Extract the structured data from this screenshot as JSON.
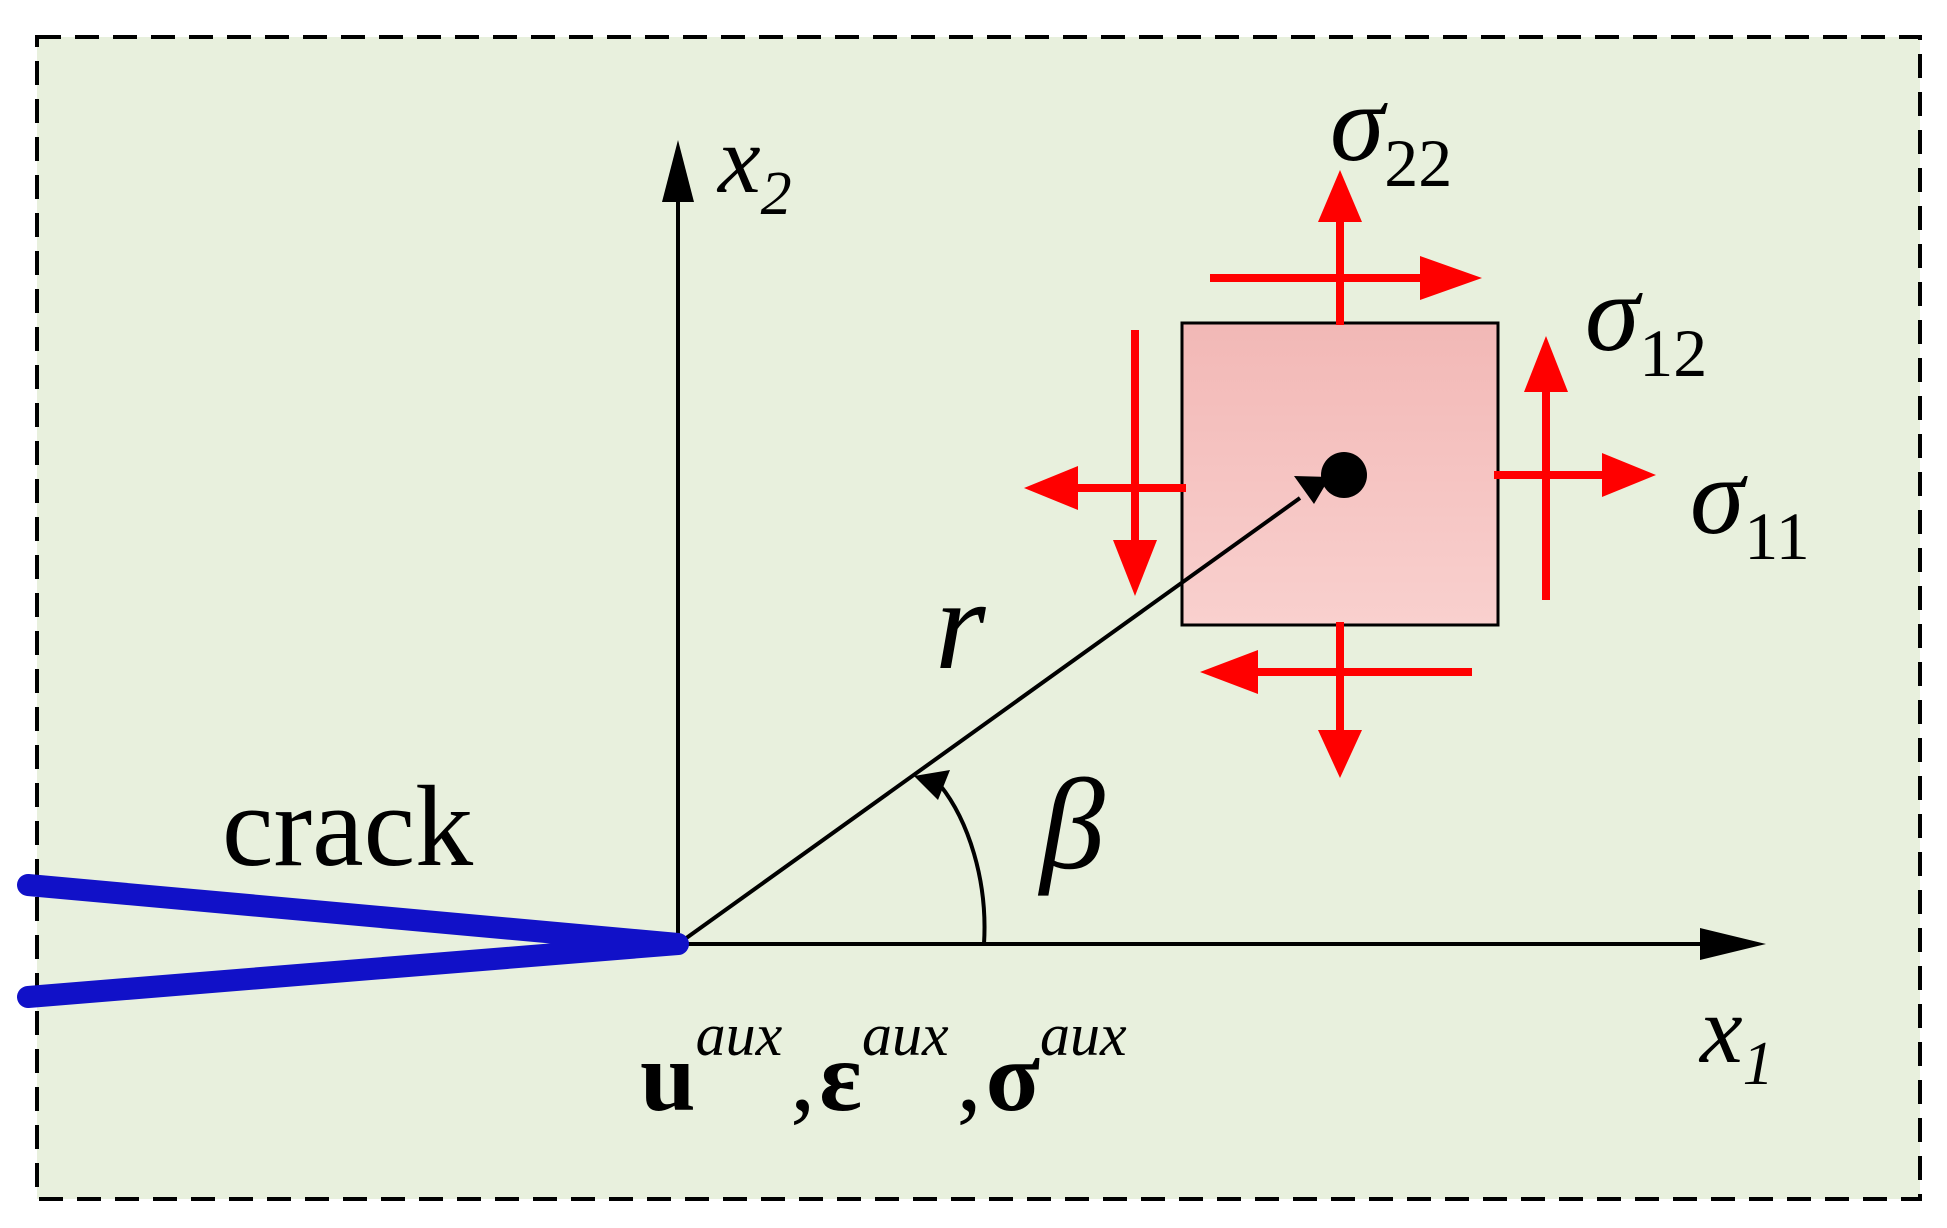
{
  "labels": {
    "x2_base": "x",
    "x2_sub": "2",
    "x1_base": "x",
    "x1_sub": "1",
    "sigma22_base": "σ",
    "sigma22_sub": "22",
    "sigma12_base": "σ",
    "sigma12_sub": "12",
    "sigma11_base": "σ",
    "sigma11_sub": "11",
    "r": "r",
    "beta": "β",
    "crack": "crack",
    "u": "u",
    "eps": "ε",
    "sig": "σ",
    "aux": "aux",
    "comma": ","
  },
  "colors": {
    "background": "#e8f0dd",
    "crack": "#1111c8",
    "stress_arrows": "#ff0000",
    "element_fill_top": "#f2b8b6",
    "element_fill_bottom": "#f9d0ce"
  }
}
